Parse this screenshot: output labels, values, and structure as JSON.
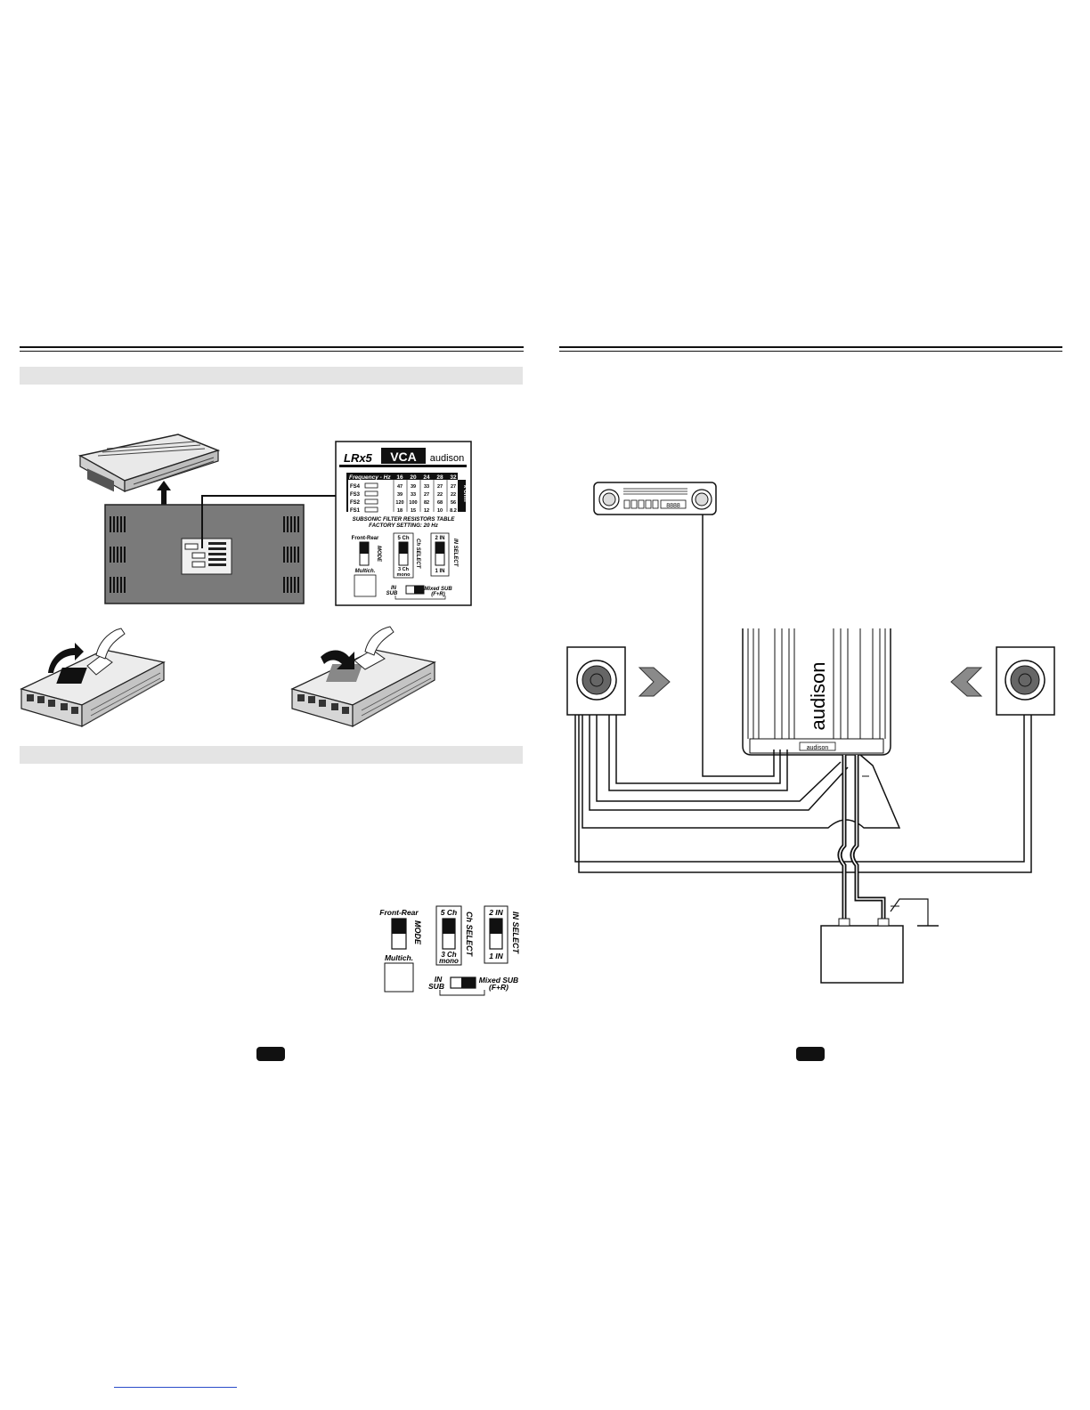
{
  "left_page": {
    "vca_card": {
      "model_mark": "LRx5",
      "model_name": "VCA",
      "brand": "audison",
      "table_header": "Frequency - Hz",
      "freq_columns": [
        "16",
        "20",
        "24",
        "28",
        "32"
      ],
      "rows": [
        {
          "label": "FS4",
          "values": [
            "47",
            "39",
            "33",
            "27",
            "27"
          ]
        },
        {
          "label": "FS3",
          "values": [
            "39",
            "33",
            "27",
            "22",
            "22"
          ]
        },
        {
          "label": "FS2",
          "values": [
            "120",
            "100",
            "82",
            "68",
            "56"
          ]
        },
        {
          "label": "FS1",
          "values": [
            "18",
            "15",
            "12",
            "10",
            "8.2"
          ]
        }
      ],
      "side_label": "k Ohm",
      "table_title": "SUBSONIC FILTER RESISTORS TABLE",
      "factory_setting": "FACTORY SETTING: 20 Hz"
    },
    "switches": {
      "mode_top": "Front-Rear",
      "mode_bottom": "Multich.",
      "mode_label": "MODE",
      "ch_top": "5 Ch",
      "ch_bottom_1": "3 Ch",
      "ch_bottom_2": "mono",
      "ch_label": "Ch SELECT",
      "in_top": "2 IN",
      "in_bottom": "1 IN",
      "in_label": "IN SELECT",
      "sub_left_1": "IN",
      "sub_left_2": "SUB",
      "sub_right_1": "Mixed SUB",
      "sub_right_2": "(F+R)"
    },
    "card_switches": {
      "sub_right_2": "(F+R)"
    }
  },
  "right_page": {
    "amp_brand": "audison",
    "amp_plate_brand": "audison",
    "headunit_display": "8888"
  },
  "colors": {
    "band": "#e4e4e4",
    "panel": "#7a7a7a",
    "rule": "#111111",
    "arrow_gray": "#8a8a8a"
  }
}
